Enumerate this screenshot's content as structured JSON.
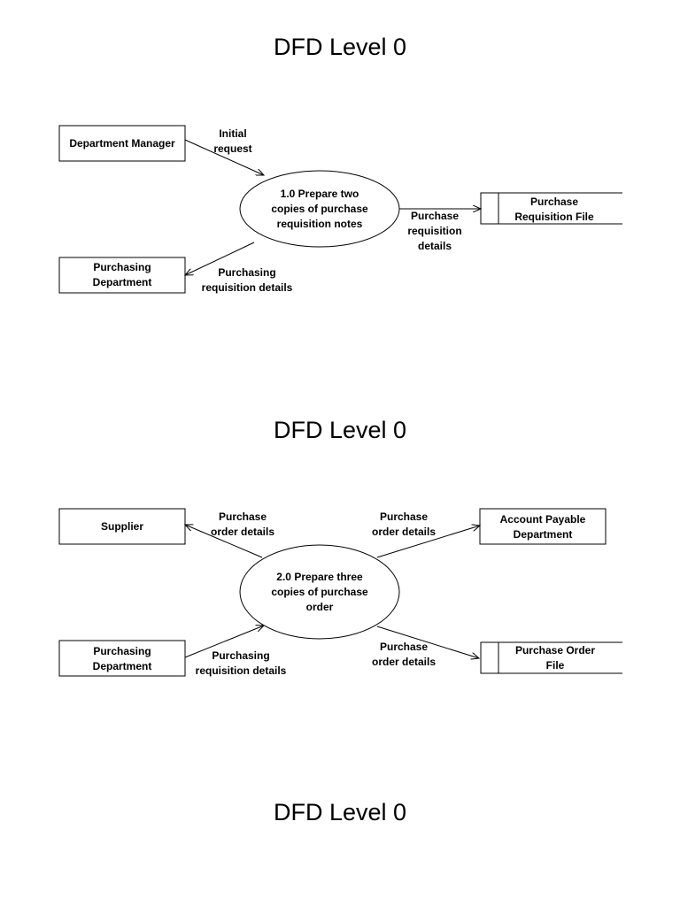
{
  "titles": [
    "DFD Level 0",
    "DFD Level 0",
    "DFD Level 0"
  ],
  "diagram1": {
    "entities": {
      "department_manager": [
        "Department Manager"
      ],
      "purchasing_department": [
        "Purchasing",
        "Department"
      ]
    },
    "process": [
      "1.0 Prepare two",
      "copies of purchase",
      "requisition notes"
    ],
    "data_store": [
      "Purchase",
      "Requisition File"
    ],
    "flows": {
      "initial_request": [
        "Initial",
        "request"
      ],
      "to_purchasing": [
        "Purchasing",
        "requisition details"
      ],
      "to_store": [
        "Purchase",
        "requisition",
        "details"
      ]
    }
  },
  "diagram2": {
    "entities": {
      "supplier": [
        "Supplier"
      ],
      "account_payable": [
        "Account Payable",
        "Department"
      ],
      "purchasing_department": [
        "Purchasing",
        "Department"
      ]
    },
    "process": [
      "2.0 Prepare three",
      "copies of purchase",
      "order"
    ],
    "data_store": [
      "Purchase Order",
      "File"
    ],
    "flows": {
      "to_supplier": [
        "Purchase",
        "order details"
      ],
      "to_account_payable": [
        "Purchase",
        "order details"
      ],
      "from_purchasing": [
        "Purchasing",
        "requisition details"
      ],
      "to_store": [
        "Purchase",
        "order details"
      ]
    }
  }
}
